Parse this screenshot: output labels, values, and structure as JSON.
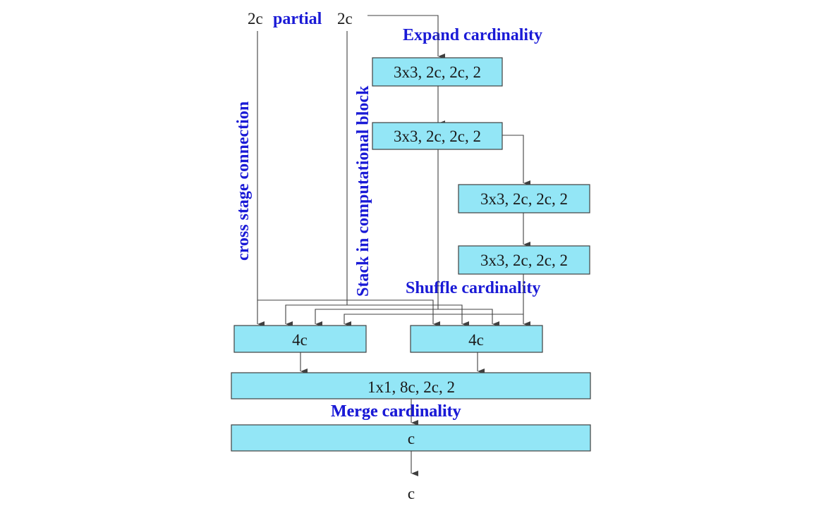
{
  "header": {
    "left_label": "2c",
    "middle_label": "partial",
    "right_label": "2c"
  },
  "annotations": {
    "expand": "Expand cardinality",
    "shuffle": "Shuffle cardinality",
    "merge": "Merge cardinality",
    "cross_stage": "cross stage connection",
    "stack": "Stack in computational block"
  },
  "blocks": {
    "conv1": "3x3, 2c, 2c, 2",
    "conv2": "3x3, 2c, 2c, 2",
    "conv3": "3x3, 2c, 2c, 2",
    "conv4": "3x3, 2c, 2c, 2",
    "concat_left": "4c",
    "concat_right": "4c",
    "transition": "1x1, 8c, 2c, 2",
    "output_block": "c"
  },
  "output": {
    "label": "c"
  },
  "colors": {
    "block_fill": "#93e6f6",
    "annotation": "#1a1ad6",
    "line": "#404040"
  }
}
